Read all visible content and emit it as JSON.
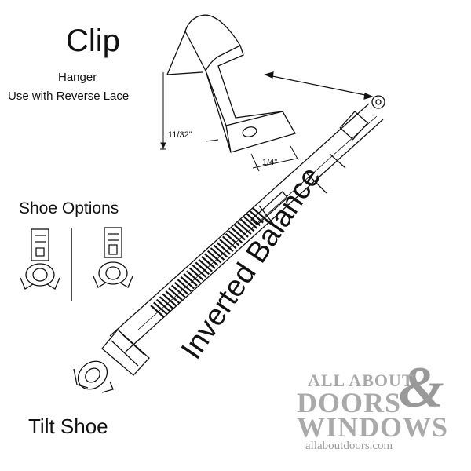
{
  "labels": {
    "clip_title": "Clip",
    "clip_sub1": "Hanger",
    "clip_sub2": "Use with Reverse Lace",
    "dim_height": "11/32\"",
    "dim_width": "1/4\"",
    "shoe_options": "Shoe Options",
    "tilt_shoe": "Tilt Shoe",
    "balance": "Inverted Balance"
  },
  "watermark": {
    "line1": "ALL ABOUT",
    "line2": "DOORS",
    "amp": "&",
    "line3": "WINDOWS",
    "url": "allaboutdoors.com"
  },
  "icons": [
    "clip-hanger-icon",
    "shoe-option-icon",
    "tilt-shoe-icon",
    "balance-rod-icon",
    "spring-coil-icon"
  ],
  "colors": {
    "line": "#111111",
    "watermark": "#a9a9a9"
  }
}
